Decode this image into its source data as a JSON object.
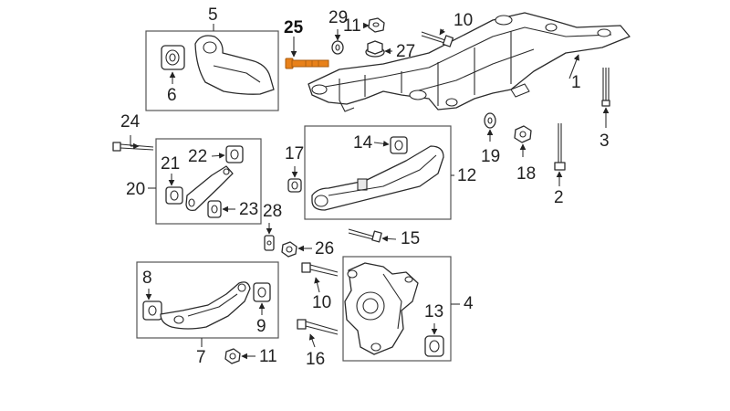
{
  "highlight_color": "#e8811a",
  "callouts": {
    "c1": "1",
    "c2": "2",
    "c3": "3",
    "c4": "4",
    "c5": "5",
    "c6": "6",
    "c7": "7",
    "c8": "8",
    "c9": "9",
    "c10a": "10",
    "c10b": "10",
    "c11a": "11",
    "c11b": "11",
    "c12": "12",
    "c13": "13",
    "c14": "14",
    "c15": "15",
    "c16": "16",
    "c17": "17",
    "c18": "18",
    "c19": "19",
    "c20": "20",
    "c21": "21",
    "c22": "22",
    "c23": "23",
    "c24": "24",
    "c25": "25",
    "c26": "26",
    "c27": "27",
    "c28": "28",
    "c29": "29"
  }
}
